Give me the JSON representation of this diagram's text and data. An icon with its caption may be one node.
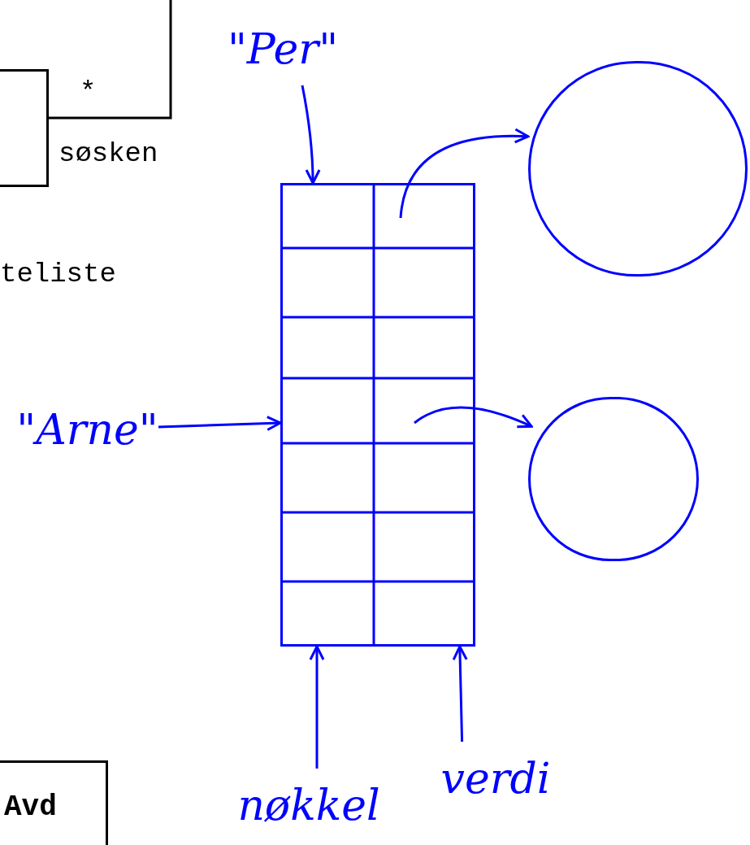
{
  "diagram": {
    "nodes": [
      {
        "text": [
          "\"Per\""
        ]
      },
      {
        "text": [
          "\"Arne\""
        ]
      },
      {
        "text": [
          "nøkkel"
        ]
      },
      {
        "text": [
          "verdi"
        ]
      },
      {
        "text": [],
        "shape": "box"
      },
      {
        "text": [],
        "shape": "circle"
      },
      {
        "text": [],
        "shape": "circle"
      },
      {
        "text": [],
        "shape": "box"
      },
      {
        "text": [
          "Avd"
        ]
      }
    ],
    "edges": [
      {
        "from": 0,
        "to": 4,
        "arrow": "to"
      },
      {
        "from": 1,
        "to": 4,
        "arrow": "to"
      },
      {
        "from": 2,
        "to": 4,
        "arrow": "to"
      },
      {
        "from": 3,
        "to": 4,
        "arrow": "to"
      },
      {
        "from": 4,
        "to": 5,
        "arrow": "to"
      },
      {
        "from": 4,
        "to": 6,
        "arrow": "to"
      },
      {
        "from": 7,
        "to": null,
        "arrow": "none",
        "label": "søsken",
        "color": "#000000"
      }
    ],
    "labels": [
      "*",
      "teliste"
    ]
  }
}
